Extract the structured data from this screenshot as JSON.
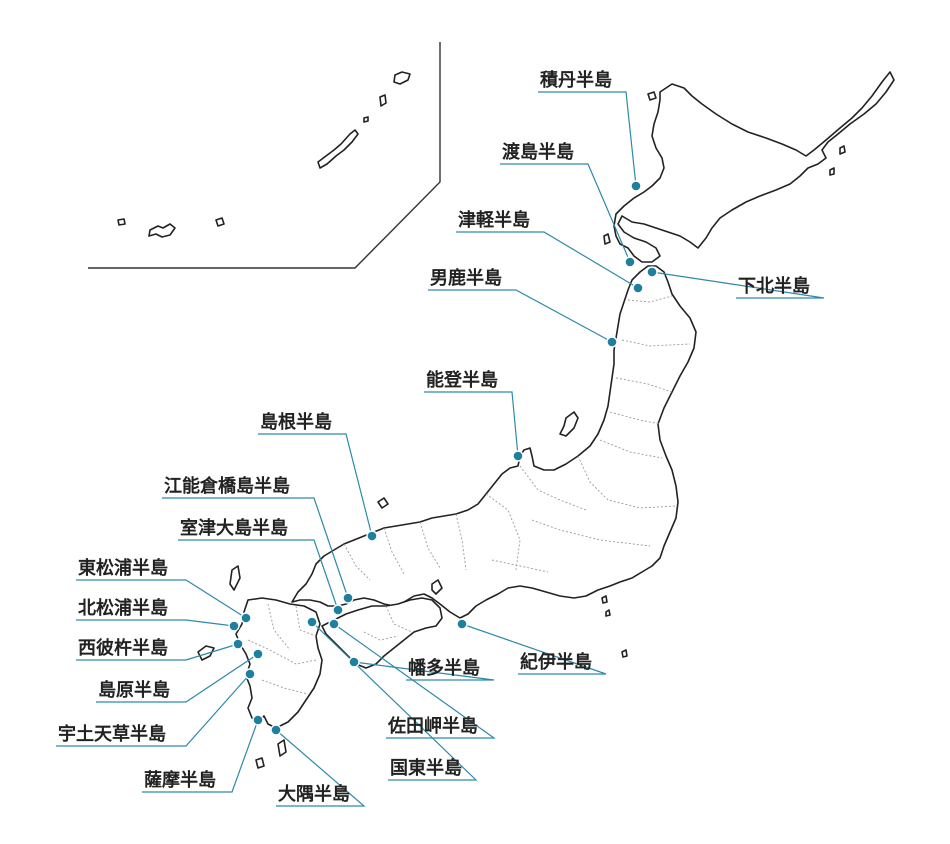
{
  "map": {
    "peninsulas": [
      {
        "name": "積丹半島",
        "icon": "location-marker-icon"
      },
      {
        "name": "渡島半島",
        "icon": "location-marker-icon"
      },
      {
        "name": "津軽半島",
        "icon": "location-marker-icon"
      },
      {
        "name": "下北半島",
        "icon": "location-marker-icon"
      },
      {
        "name": "男鹿半島",
        "icon": "location-marker-icon"
      },
      {
        "name": "能登半島",
        "icon": "location-marker-icon"
      },
      {
        "name": "島根半島",
        "icon": "location-marker-icon"
      },
      {
        "name": "江能倉橋島半島",
        "icon": "location-marker-icon"
      },
      {
        "name": "室津大島半島",
        "icon": "location-marker-icon"
      },
      {
        "name": "東松浦半島",
        "icon": "location-marker-icon"
      },
      {
        "name": "北松浦半島",
        "icon": "location-marker-icon"
      },
      {
        "name": "西彼杵半島",
        "icon": "location-marker-icon"
      },
      {
        "name": "島原半島",
        "icon": "location-marker-icon"
      },
      {
        "name": "宇土天草半島",
        "icon": "location-marker-icon"
      },
      {
        "name": "薩摩半島",
        "icon": "location-marker-icon"
      },
      {
        "name": "大隅半島",
        "icon": "location-marker-icon"
      },
      {
        "name": "国東半島",
        "icon": "location-marker-icon"
      },
      {
        "name": "佐田岬半島",
        "icon": "location-marker-icon"
      },
      {
        "name": "幡多半島",
        "icon": "location-marker-icon"
      },
      {
        "name": "紀伊半島",
        "icon": "location-marker-icon"
      }
    ],
    "colors": {
      "coastline": "#222222",
      "prefecture_border": "#9a9a9a",
      "marker": "#1f7f9f",
      "leader_line": "#2d8aa8",
      "label_text": "#222222"
    }
  }
}
